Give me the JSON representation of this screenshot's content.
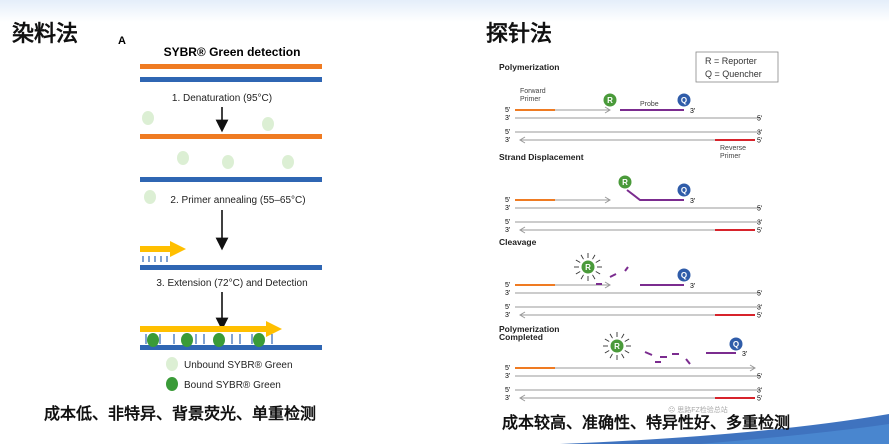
{
  "left": {
    "title": "染料法",
    "panel_letter": "A",
    "heading": "SYBR® Green detection",
    "steps": [
      "1. Denaturation (95°C)",
      "2. Primer annealing (55–65°C)",
      "3. Extension (72°C) and Detection"
    ],
    "legend": [
      "Unbound SYBR® Green",
      "Bound SYBR® Green"
    ],
    "caption": "成本低、非特异、背景荧光、单重检测"
  },
  "right": {
    "title": "探针法",
    "legend": [
      "R = Reporter",
      "Q = Quencher"
    ],
    "stages": [
      "Polymerization",
      "Strand Displacement",
      "Cleavage",
      "Polymerization\nCompleted"
    ],
    "labels": {
      "forward_primer": "Forward\nPrimer",
      "probe": "Probe",
      "reverse_primer": "Reverse\nPrimer",
      "five": "5'",
      "three": "3'",
      "R": "R",
      "Q": "Q"
    },
    "watermark": "☹ 思路FZ检验总站",
    "caption": "成本较高、准确性、特异性好、多重检测"
  },
  "colors": {
    "orange": "#ef7b22",
    "blue": "#2f66b3",
    "yellow": "#ffbf00",
    "light_green": "#dcefd4",
    "green": "#3a9b38",
    "purple": "#7b2c8f",
    "red": "#d7232b",
    "probe_green": "#4a9a3a",
    "probe_blue": "#2f5ca9"
  }
}
